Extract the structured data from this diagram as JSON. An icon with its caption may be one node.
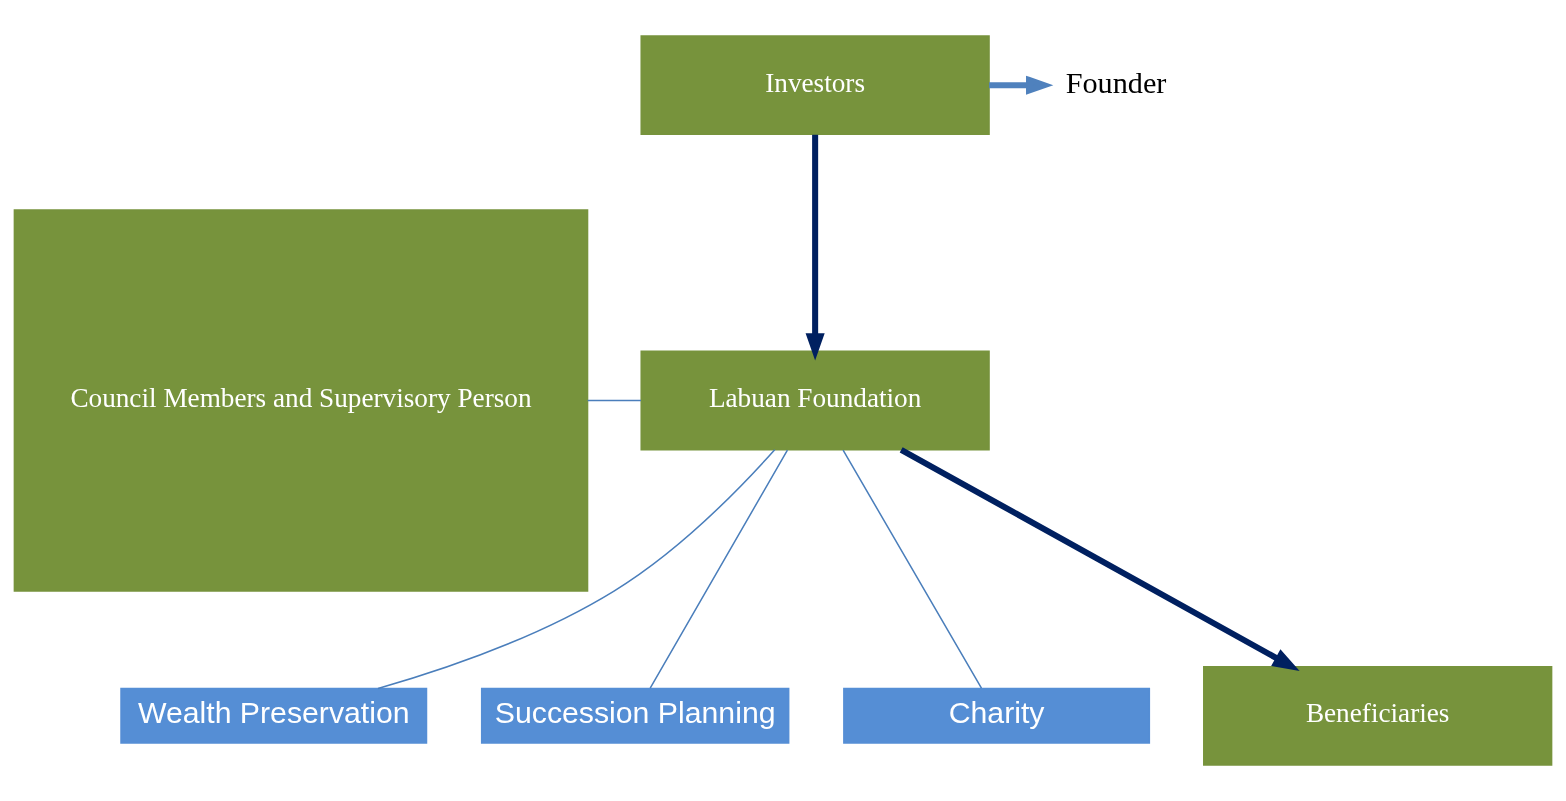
{
  "diagram": {
    "nodes": [
      {
        "text": [
          "Investors"
        ]
      },
      {
        "text": [
          "Council Members and Supervisory Person"
        ]
      },
      {
        "text": [
          "Labuan Foundation"
        ]
      },
      {
        "text": [
          "Wealth Preservation"
        ]
      },
      {
        "text": [
          "Succession Planning"
        ]
      },
      {
        "text": [
          "Charity"
        ]
      },
      {
        "text": [
          "Beneficiaries"
        ]
      },
      {
        "text": [
          "Founder"
        ]
      }
    ],
    "edges": [
      {
        "from": 0,
        "to": 7,
        "arrow": "to",
        "style": "thick",
        "color": "#4f81bd"
      },
      {
        "from": 0,
        "to": 2,
        "arrow": "to",
        "style": "thick",
        "color": "#002060"
      },
      {
        "from": 1,
        "to": 2,
        "arrow": "none"
      },
      {
        "from": 2,
        "to": 3,
        "arrow": "none"
      },
      {
        "from": 2,
        "to": 4,
        "arrow": "none"
      },
      {
        "from": 2,
        "to": 5,
        "arrow": "none"
      },
      {
        "from": 2,
        "to": 6,
        "arrow": "to",
        "style": "thick",
        "color": "#002060"
      }
    ]
  }
}
